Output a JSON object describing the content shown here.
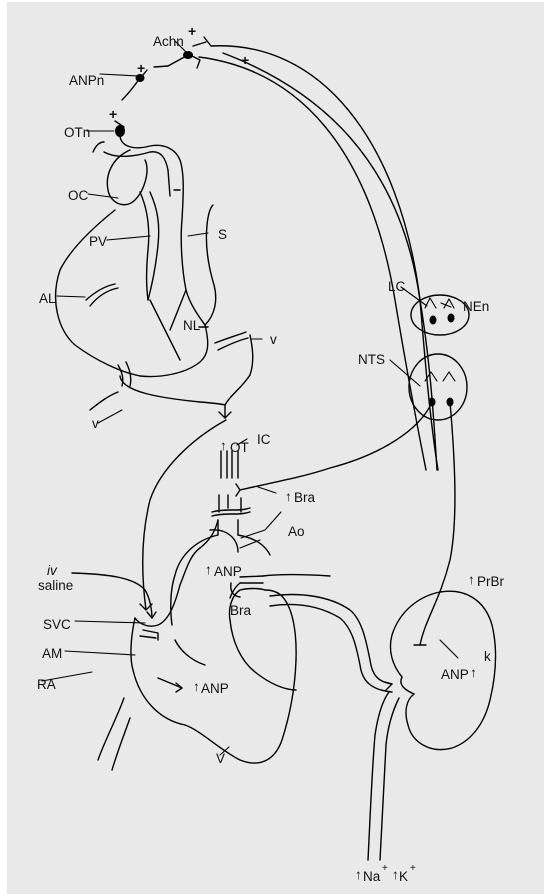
{
  "labels": {
    "achn": "Achn",
    "anpn": "ANPn",
    "otn": "OTn",
    "oc": "OC",
    "pv": "PV",
    "s": "S",
    "al": "AL",
    "nl": "NL",
    "v_right": "v",
    "v_left": "v",
    "ot": "OT",
    "ic": "IC",
    "bra_upper": "Bra",
    "lc": "LC",
    "nen": "NEn",
    "nts": "NTS",
    "anp_aorta": "ANP",
    "ao": "Ao",
    "iv": "iv",
    "saline": "saline",
    "svc": "SVC",
    "am": "AM",
    "ra": "RA",
    "anp_atrium": "ANP",
    "bra_heart": "Bra",
    "v_ventricle": "V",
    "prbr": "PrBr",
    "k": "k",
    "anp_kidney": "ANP",
    "na": "Na",
    "k_ion": "K"
  },
  "signs": {
    "plus": "+",
    "ion_plus": "+"
  }
}
